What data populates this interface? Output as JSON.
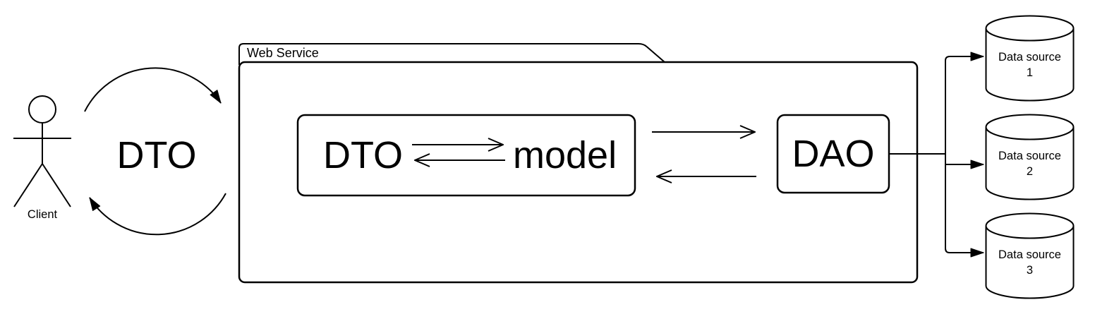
{
  "actor": {
    "label": "Client"
  },
  "cycle": {
    "label": "DTO"
  },
  "web_service": {
    "title": "Web Service"
  },
  "converter": {
    "left_label": "DTO",
    "right_label": "model"
  },
  "dao": {
    "label": "DAO"
  },
  "data_sources": [
    {
      "name": "Data source",
      "number": "1"
    },
    {
      "name": "Data source",
      "number": "2"
    },
    {
      "name": "Data source",
      "number": "3"
    }
  ],
  "colors": {
    "stroke": "#000000",
    "background": "#ffffff"
  }
}
